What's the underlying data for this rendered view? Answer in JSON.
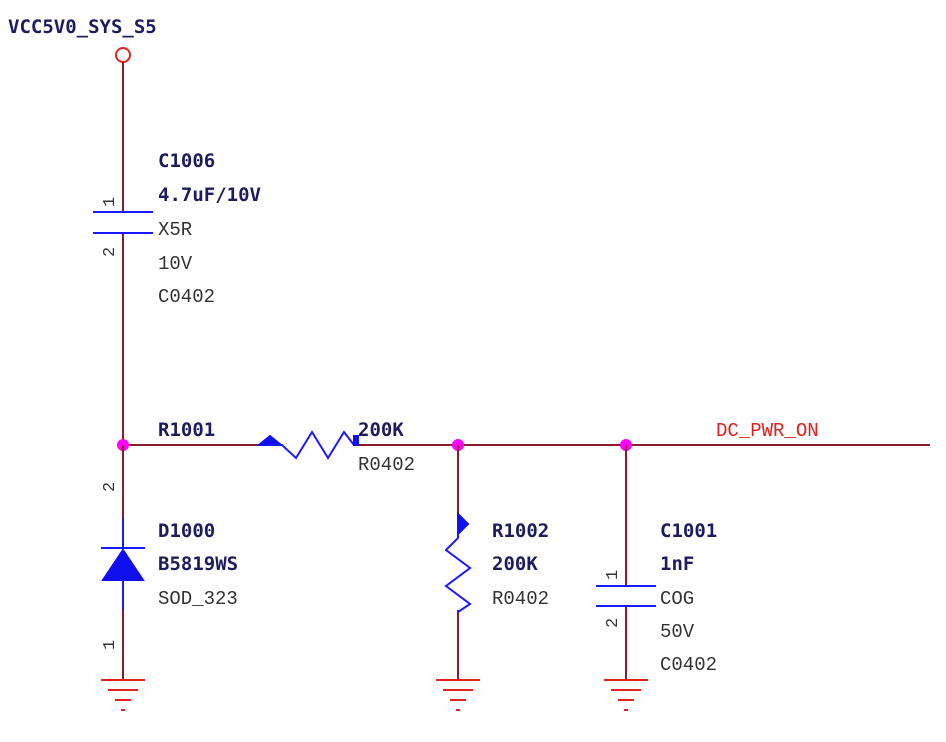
{
  "power_net": "VCC5V0_SYS_S5",
  "net_label": "DC_PWR_ON",
  "c1006": {
    "ref": "C1006",
    "value": "4.7uF/10V",
    "dielectric": "X5R",
    "voltage": "10V",
    "package": "C0402",
    "pin1": "1",
    "pin2": "2"
  },
  "r1001": {
    "ref": "R1001",
    "value": "200K",
    "package": "R0402"
  },
  "d1000": {
    "ref": "D1000",
    "value": "B5819WS",
    "package": "SOD_323",
    "pin1": "1",
    "pin2": "2"
  },
  "r1002": {
    "ref": "R1002",
    "value": "200K",
    "package": "R0402"
  },
  "c1001": {
    "ref": "C1001",
    "value": "1nF",
    "dielectric": "COG",
    "voltage": "50V",
    "package": "C0402",
    "pin1": "1",
    "pin2": "2"
  },
  "colors": {
    "wire": "#8b1a2b",
    "component": "#1a1aff",
    "ground": "#e0231f",
    "junction": "#ff00ff",
    "net_label": "#e02020"
  }
}
